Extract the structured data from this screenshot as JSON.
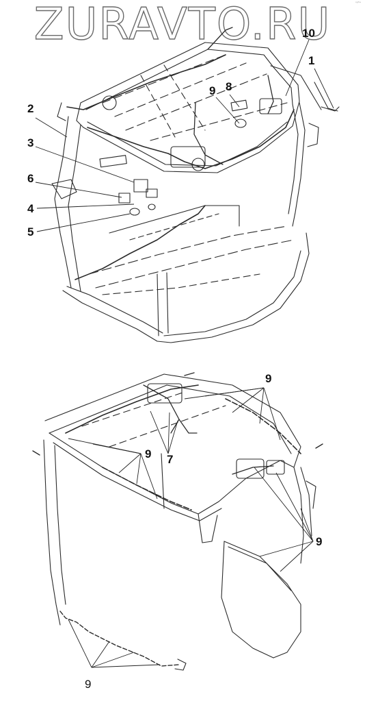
{
  "watermark": "ZURAVTO.RU",
  "corner_mark": "ˢᵖᶠʷ",
  "callouts": {
    "top": {
      "c10": "10",
      "c1": "1",
      "c9": "9",
      "c8": "8",
      "c2": "2",
      "c3": "3",
      "c6": "6",
      "c4": "4",
      "c5": "5"
    },
    "bottom": {
      "c9_top": "9",
      "c9_mid": "9",
      "c7": "7",
      "c9_right": "9",
      "c9_bottom": "9"
    }
  }
}
